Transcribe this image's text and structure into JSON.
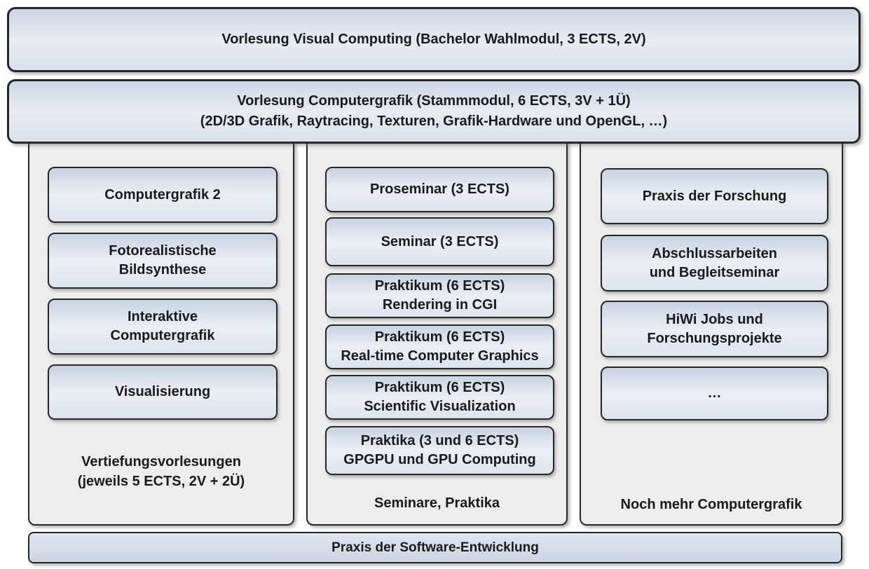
{
  "bars": {
    "visual_computing": "Vorlesung Visual Computing (Bachelor Wahlmodul, 3 ECTS, 2V)",
    "computergrafik_line1": "Vorlesung Computergrafik (Stammmodul, 6 ECTS, 3V + 1Ü)",
    "computergrafik_line2": "(2D/3D Grafik, Raytracing, Texturen, Grafik-Hardware und OpenGL, …)",
    "praxis_software": "Praxis der Software-Entwicklung"
  },
  "columns": [
    {
      "name": "Vertiefungsvorlesungen",
      "boxes": [
        {
          "lines": [
            "Computergrafik 2"
          ]
        },
        {
          "lines": [
            "Fotorealistische",
            "Bildsynthese"
          ]
        },
        {
          "lines": [
            "Interaktive",
            "Computergrafik"
          ]
        },
        {
          "lines": [
            "Visualisierung"
          ]
        }
      ],
      "footer_lines": [
        "Vertiefungsvorlesungen",
        "(jeweils 5 ECTS, 2V + 2Ü)"
      ]
    },
    {
      "name": "Seminare, Praktika",
      "boxes": [
        {
          "lines": [
            "Proseminar (3 ECTS)"
          ]
        },
        {
          "lines": [
            "Seminar (3 ECTS)"
          ]
        },
        {
          "lines": [
            "Praktikum (6 ECTS)",
            "Rendering in CGI"
          ]
        },
        {
          "lines": [
            "Praktikum (6 ECTS)",
            "Real-time Computer Graphics"
          ]
        },
        {
          "lines": [
            "Praktikum (6 ECTS)",
            "Scientific Visualization"
          ]
        },
        {
          "lines": [
            "Praktika (3 und 6 ECTS)",
            "GPGPU und GPU Computing"
          ]
        }
      ],
      "footer_lines": [
        "Seminare, Praktika"
      ]
    },
    {
      "name": "Noch mehr Computergrafik",
      "boxes": [
        {
          "lines": [
            "Praxis der Forschung"
          ]
        },
        {
          "lines": [
            "Abschlussarbeiten",
            "und Begleitseminar"
          ]
        },
        {
          "lines": [
            "HiWi Jobs und",
            "Forschungsprojekte"
          ]
        },
        {
          "lines": [
            "…"
          ]
        }
      ],
      "footer_lines": [
        "Noch mehr Computergrafik"
      ]
    }
  ],
  "colors": {
    "background": "#ffffff",
    "border": "#262626",
    "box_gradient_top": "#c7d3e2",
    "box_gradient_mid": "#ebeff5",
    "box_gradient_bottom": "#dce4ee",
    "bar_gradient_top": "#ccd7e5",
    "bar_gradient_mid": "#e7ecf3",
    "column_fill": "#ededed",
    "text": "#1a1a1a"
  }
}
